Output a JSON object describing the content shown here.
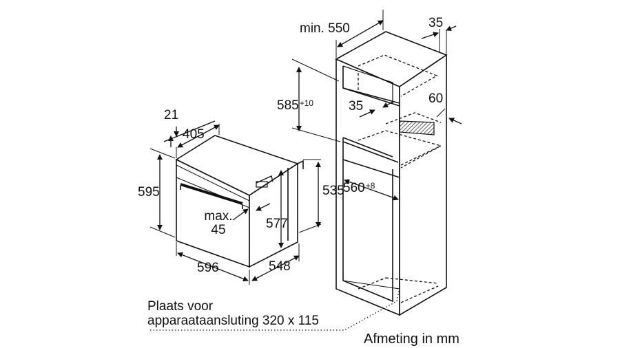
{
  "oven": {
    "dim_21": "21",
    "dim_405": "405",
    "dim_595": "595",
    "dim_535": "535",
    "dim_577": "577",
    "max_label_1": "max.",
    "max_label_2": "45",
    "dim_596": "596",
    "dim_548": "548"
  },
  "cabinet": {
    "dim_min550": "min. 550",
    "dim_35_top": "35",
    "dim_585": "585",
    "dim_585_sup": "+10",
    "dim_35_inner": "35",
    "dim_60": "60",
    "dim_560": "560",
    "dim_560_sup": "+8"
  },
  "note": {
    "line1": "Plaats voor",
    "line2": "apparaataansluting 320 x 115"
  },
  "caption": "Afmeting in mm",
  "colors": {
    "line": "#111111",
    "hatch": "#444444"
  }
}
